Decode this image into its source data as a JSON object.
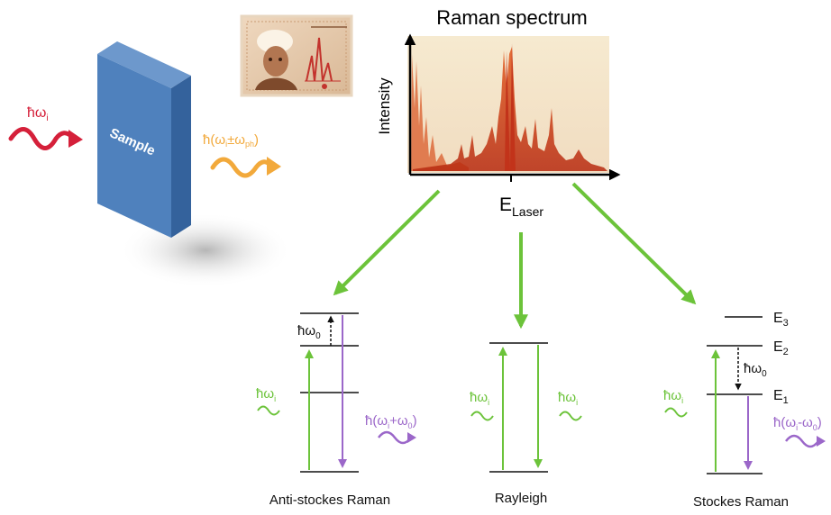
{
  "incident_photon": {
    "label": "ħω",
    "sub": "i",
    "color": "#d5203a"
  },
  "sample": {
    "label": "Sample",
    "color": "#4f81bd"
  },
  "scattered_photon": {
    "label_prefix": "ħ(ω",
    "sub1": "i",
    "mid": "±ω",
    "sub2": "ph",
    "suffix": ")",
    "color": "#f2a93b"
  },
  "spectrum": {
    "title": "Raman spectrum",
    "ylabel": "Intensity",
    "xlabel": "E",
    "xlabel_sub": "Laser"
  },
  "colors": {
    "green": "#6cc33a",
    "purple": "#9b67c9",
    "black": "#111111"
  },
  "panels": {
    "anti_stokes": {
      "title": "Anti-stockes Raman",
      "gap": "ħω",
      "gap_sub": "0",
      "in_label": "ħω",
      "in_sub": "i",
      "out_prefix": "ħ(ω",
      "out_sub1": "i",
      "out_mid": "+ω",
      "out_sub2": "0",
      "out_suffix": ")"
    },
    "rayleigh": {
      "title": "Rayleigh",
      "in_label": "ħω",
      "in_sub": "i",
      "out_label": "ħω",
      "out_sub": "i"
    },
    "stokes": {
      "title": "Stockes Raman",
      "gap": "ħω",
      "gap_sub": "0",
      "in_label": "ħω",
      "in_sub": "i",
      "out_prefix": "ħ(ω",
      "out_sub1": "i",
      "out_mid": "-ω",
      "out_sub2": "0",
      "out_suffix": ")",
      "levels": [
        {
          "name": "E",
          "sub": "3"
        },
        {
          "name": "E",
          "sub": "2"
        },
        {
          "name": "E",
          "sub": "1"
        }
      ]
    }
  }
}
